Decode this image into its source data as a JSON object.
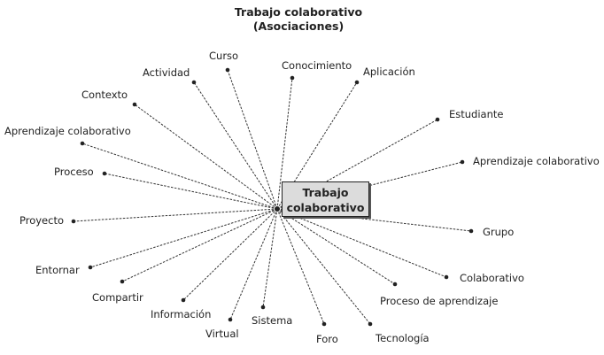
{
  "title": {
    "line1": "Trabajo colaborativo",
    "line2": "(Asociaciones)"
  },
  "center": {
    "line1": "Trabajo",
    "line2": "colaborativo",
    "fill": "#dcdcdc"
  },
  "nodes": [
    {
      "label": "Curso"
    },
    {
      "label": "Actividad"
    },
    {
      "label": "Conocimiento"
    },
    {
      "label": "Aplicación"
    },
    {
      "label": "Contexto"
    },
    {
      "label": "Estudiante"
    },
    {
      "label": "Aprendizaje colaborativo"
    },
    {
      "label": "Aprendizaje colaborativo"
    },
    {
      "label": "Proceso"
    },
    {
      "label": "Proyecto"
    },
    {
      "label": "Grupo"
    },
    {
      "label": "Entornar"
    },
    {
      "label": "Colaborativo"
    },
    {
      "label": "Compartir"
    },
    {
      "label": "Proceso de aprendizaje"
    },
    {
      "label": "Información"
    },
    {
      "label": "Sistema"
    },
    {
      "label": "Virtual"
    },
    {
      "label": "Foro"
    },
    {
      "label": "Tecnología"
    }
  ]
}
